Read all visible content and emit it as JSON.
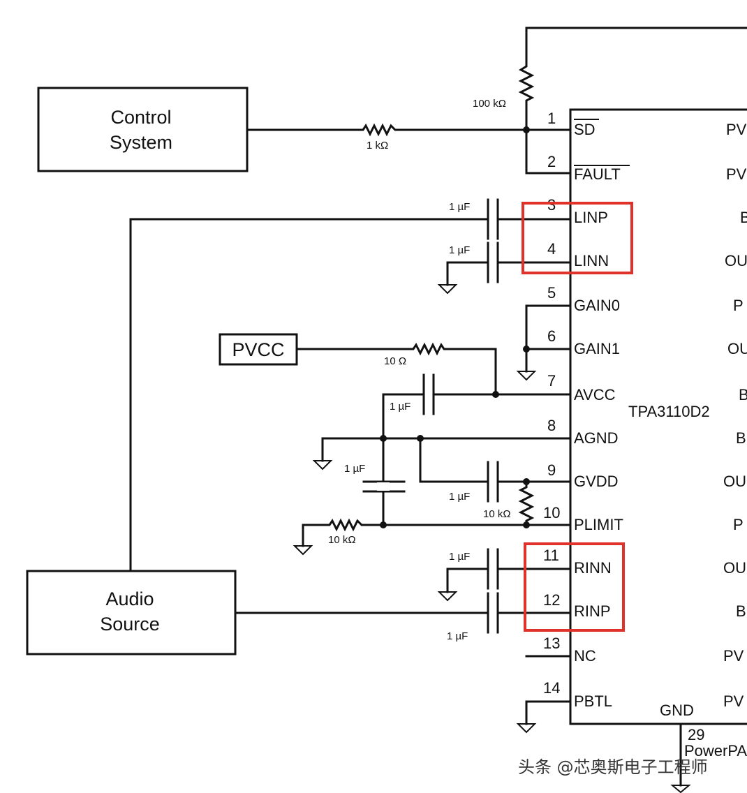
{
  "blocks": {
    "control_line1": "Control",
    "control_line2": "System",
    "audio_line1": "Audio",
    "audio_line2": "Source",
    "pvcc": "PVCC"
  },
  "chip": {
    "name": "TPA3110D2",
    "gnd": "GND",
    "pad_number": "29",
    "pad_label": "PowerPA",
    "left_pins": [
      {
        "num": "1",
        "name": "SD"
      },
      {
        "num": "2",
        "name": "FAULT"
      },
      {
        "num": "3",
        "name": "LINP"
      },
      {
        "num": "4",
        "name": "LINN"
      },
      {
        "num": "5",
        "name": "GAIN0"
      },
      {
        "num": "6",
        "name": "GAIN1"
      },
      {
        "num": "7",
        "name": "AVCC"
      },
      {
        "num": "8",
        "name": "AGND"
      },
      {
        "num": "9",
        "name": "GVDD"
      },
      {
        "num": "10",
        "name": "PLIMIT"
      },
      {
        "num": "11",
        "name": "RINN"
      },
      {
        "num": "12",
        "name": "RINP"
      },
      {
        "num": "13",
        "name": "NC"
      },
      {
        "num": "14",
        "name": "PBTL"
      }
    ],
    "right_pins": [
      "PV",
      "PV",
      "B",
      "OU",
      "P",
      "OU",
      "B",
      "B",
      "OU",
      "P",
      "OU",
      "B",
      "PV",
      "PV"
    ]
  },
  "components": {
    "r_pullup": "100 kΩ",
    "r_control": "1 kΩ",
    "c_linp": "1 µF",
    "c_linn": "1 µF",
    "r_avcc": "10 Ω",
    "c_avcc": "1 µF",
    "c_agnd": "1 µF",
    "c_gvdd": "1 µF",
    "r_plimit_div": "10 kΩ",
    "r_plimit_gnd": "10 kΩ",
    "c_rinn": "1 µF",
    "c_rinp": "1 µF"
  },
  "highlight_color": "#e0322b",
  "watermark": "头条 @芯奥斯电子工程师"
}
